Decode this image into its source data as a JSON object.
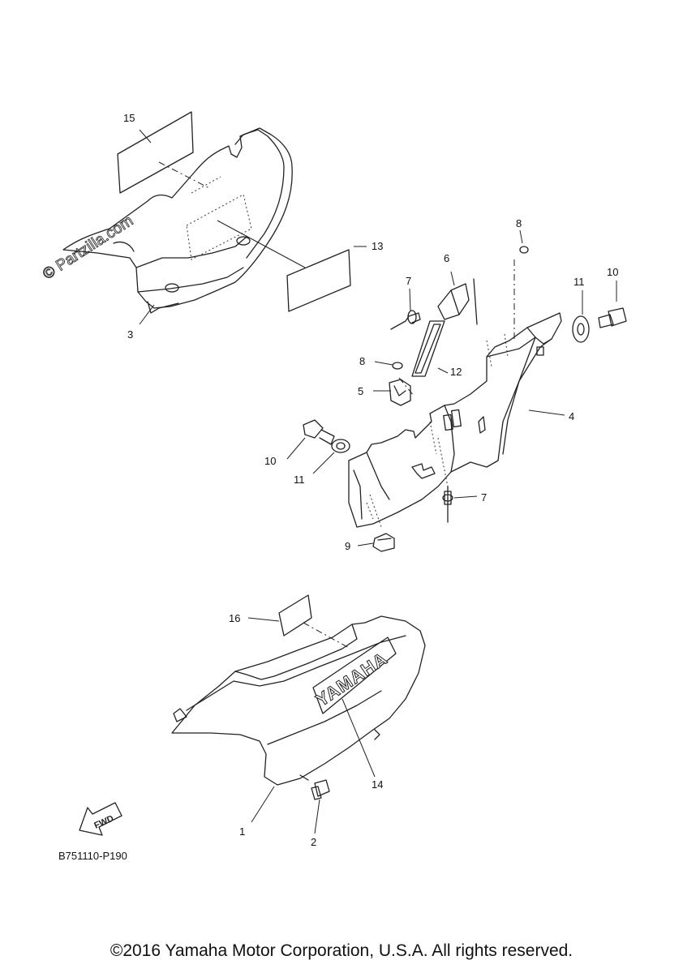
{
  "watermark": "© Partzilla.com",
  "diagram_code": "B751110-P190",
  "fwd_label": "FWD",
  "brand_text": "YAMAHA",
  "copyright": "©2016 Yamaha Motor Corporation, U.S.A. All rights reserved.",
  "callouts": {
    "c1": "1",
    "c2": "2",
    "c3": "3",
    "c4": "4",
    "c5": "5",
    "c6": "6",
    "c7a": "7",
    "c7b": "7",
    "c8a": "8",
    "c8b": "8",
    "c9": "9",
    "c10a": "10",
    "c10b": "10",
    "c11a": "11",
    "c11b": "11",
    "c12": "12",
    "c13": "13",
    "c14": "14",
    "c15": "15",
    "c16": "16"
  }
}
